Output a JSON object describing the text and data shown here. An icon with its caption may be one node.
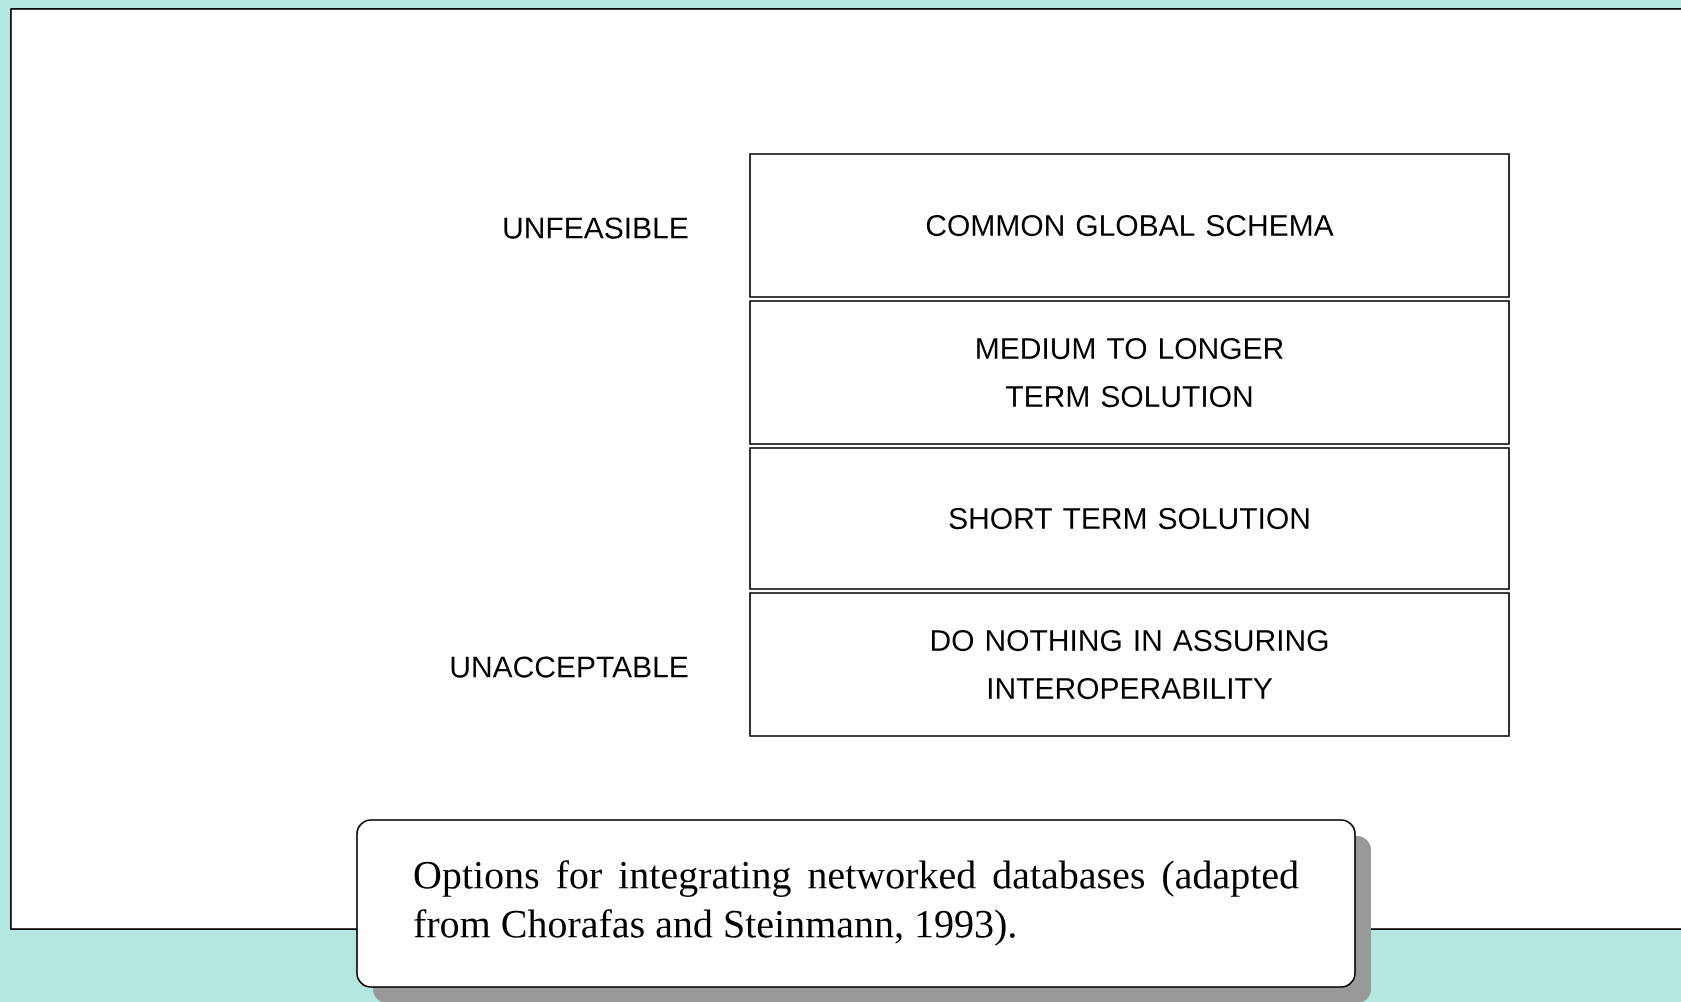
{
  "diagram": {
    "caption": "Options for integrating networked databases (adapted from Chorafas and Steinmann, 1993).",
    "nodes": [
      {
        "text": [
          "COMMON GLOBAL SCHEMA"
        ]
      },
      {
        "text": [
          "MEDIUM TO LONGER TERM SOLUTION"
        ]
      },
      {
        "text": [
          "SHORT TERM SOLUTION"
        ]
      },
      {
        "text": [
          "DO NOTHING IN ASSURING INTEROPERABILITY"
        ]
      }
    ],
    "labels": [
      "UNFEASIBLE",
      "UNACCEPTABLE"
    ]
  }
}
